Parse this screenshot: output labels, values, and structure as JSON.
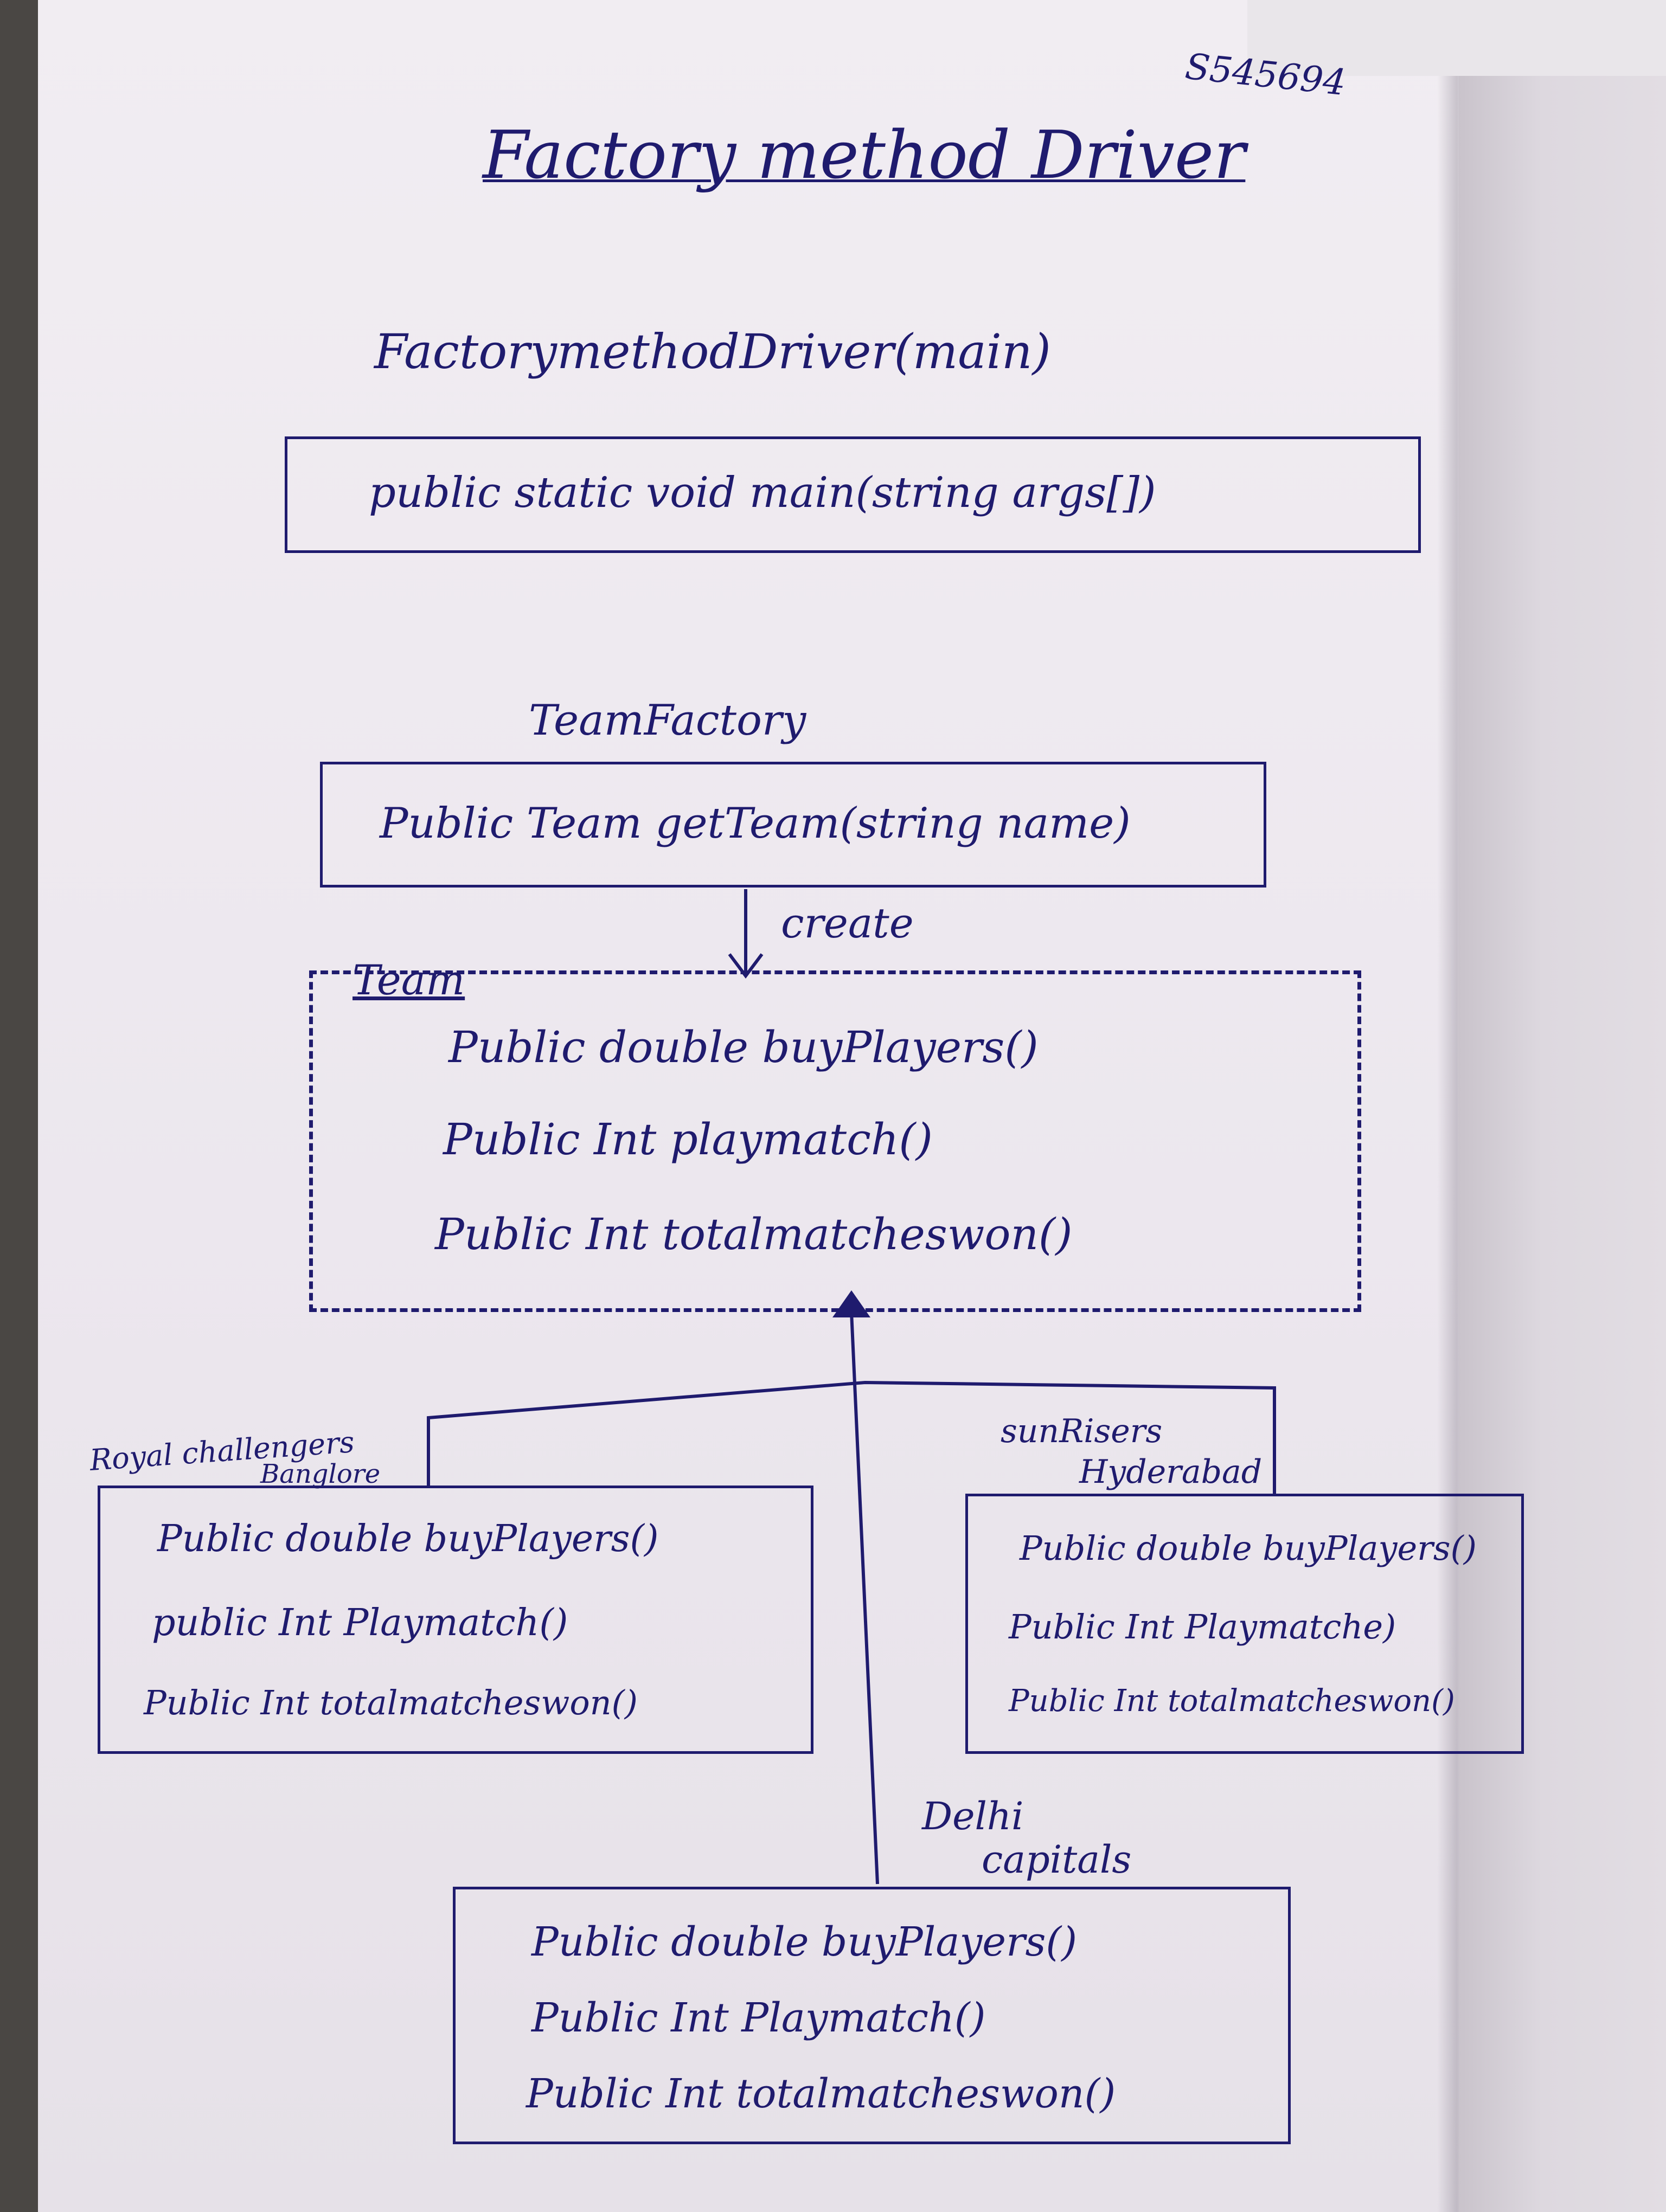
{
  "header": {
    "student_id": "S545694",
    "title": "Factory method Driver"
  },
  "driver": {
    "label": "FactorymethodDriver(main)",
    "methods": [
      "public static void main(string args[])"
    ]
  },
  "factory": {
    "label": "TeamFactory",
    "methods": [
      "Public Team getTeam(string name)"
    ],
    "relation": "create"
  },
  "team": {
    "label": "Team",
    "methods": [
      "Public double buyPlayers()",
      "Public Int playmatch()",
      "Public Int totalmatcheswon()"
    ]
  },
  "rcb": {
    "label_line1": "Royal challengers",
    "label_line2": "Banglore",
    "methods": [
      "Public double buyPlayers()",
      "public Int Playmatch()",
      "Public Int totalmatcheswon()"
    ]
  },
  "srh": {
    "label_line1": "sunRisers",
    "label_line2": "Hyderabad",
    "methods": [
      "Public double buyPlayers()",
      "Public Int Playmatche)",
      "Public Int totalmatcheswon()"
    ]
  },
  "dc": {
    "label_line1": "Delhi",
    "label_line2": "capitals",
    "methods": [
      "Public double buyPlayers()",
      "Public Int Playmatch()",
      "Public Int totalmatcheswon()"
    ]
  }
}
